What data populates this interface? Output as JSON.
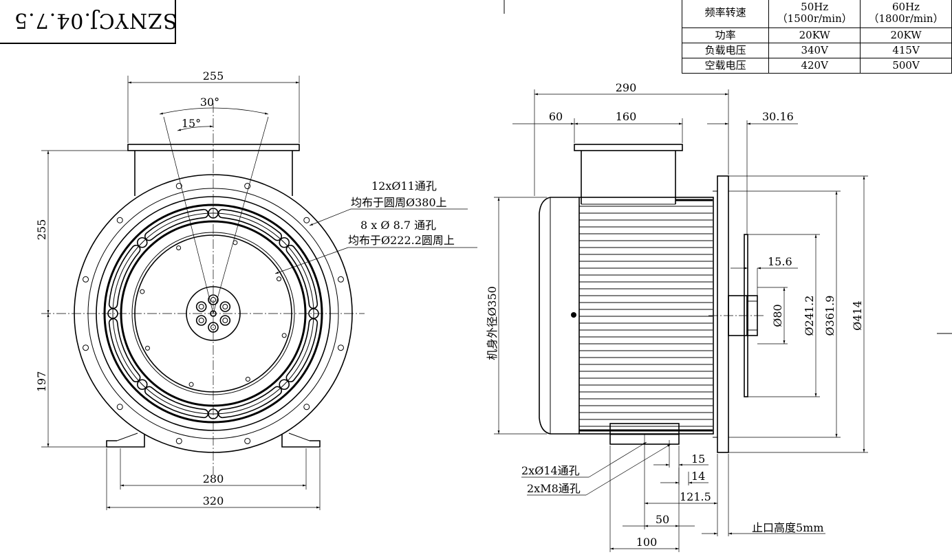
{
  "drawing_code": "SZNYCJ.04.7.5",
  "spec_table": {
    "header": [
      "频率转速",
      "50Hz\n（1500r/min）",
      "60Hz\n（1800r/min）"
    ],
    "rows": [
      [
        "功率",
        "20KW",
        "20KW"
      ],
      [
        "负载电压",
        "340V",
        "415V"
      ],
      [
        "空载电压",
        "420V",
        "500V"
      ]
    ]
  },
  "front_view": {
    "dims": {
      "top_width": "255",
      "angle_outer": "30°",
      "angle_inner": "15°",
      "height_upper": "255",
      "height_lower": "197",
      "foot_inner": "280",
      "foot_outer": "320"
    },
    "notes": {
      "holes_1_a": "12xØ11通孔",
      "holes_1_b": "均布于圆周Ø380上",
      "holes_2_a": "8 x Ø 8.7 通孔",
      "holes_2_b": "均布于Ø222.2圆周上"
    }
  },
  "side_view": {
    "dims": {
      "overall_length": "290",
      "box_offset": "60",
      "box_width": "160",
      "flange_offset": "30.16",
      "hub_step": "15.6",
      "body_dia": "机身外径Ø350",
      "dia_80": "Ø80",
      "dia_241": "Ø241.2",
      "dia_361": "Ø361.9",
      "dia_414": "Ø414",
      "foot_15": "15",
      "foot_14": "14",
      "foot_121": "121.5",
      "foot_50": "50",
      "foot_100": "100"
    },
    "notes": {
      "holes_a": "2xØ14通孔",
      "holes_b": "2xM8通孔",
      "spigot": "止口高度5mm"
    }
  }
}
